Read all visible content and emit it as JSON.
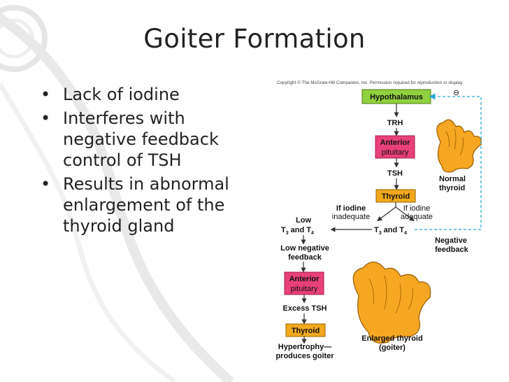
{
  "slide": {
    "title": "Goiter Formation",
    "bullet_glyph": "•",
    "bullets": [
      [
        "Lack of iodine"
      ],
      [
        "Interferes with",
        "negative feedback",
        "control of TSH"
      ],
      [
        "Results in abnormal",
        "enlargement of the",
        "thyroid gland"
      ]
    ]
  },
  "figure": {
    "copyright": "Copyright © The McGraw-Hill Companies, Inc.  Permission required for reproduction or display.",
    "hypothalamus": "Hypothalamus",
    "trh": "TRH",
    "anterior_pituitary_line1": "Anterior",
    "anterior_pituitary_line2": "pituitary",
    "tsh": "TSH",
    "thyroid": "Thyroid",
    "normal_thyroid_line1": "Normal",
    "normal_thyroid_line2": "thyroid",
    "if_iodine_inadequate_line1": "If iodine",
    "if_iodine_inadequate_line2": "inadequate",
    "if_iodine_adequate_line1": "If iodine",
    "if_iodine_adequate_line2": "adequate",
    "low_t3_t4_line1": "Low",
    "t3": "T",
    "t3_sub": "3",
    "and": "and T",
    "t4_sub": "4",
    "negative_feedback_line1": "Negative",
    "negative_feedback_line2": "feedback",
    "minus_sign": "⊖",
    "low_negative_feedback_line1": "Low negative",
    "low_negative_feedback_line2": "feedback",
    "anterior_pituitary2_line1": "Anterior",
    "anterior_pituitary2_line2": "pituitary",
    "excess_tsh": "Excess TSH",
    "thyroid2": "Thyroid",
    "hypertrophy_line1": "Hypertrophy—",
    "hypertrophy_line2": "produces goiter",
    "enlarged_thyroid_line1": "Enlarged thyroid",
    "enlarged_thyroid_line2": "(goiter)",
    "colors": {
      "hypothalamus": "#8fd13f",
      "pituitary": "#e8407a",
      "thyroid_box": "#f2a81d",
      "gland": "#f5a623",
      "feedback_dashed": "#2aa7d8"
    }
  }
}
